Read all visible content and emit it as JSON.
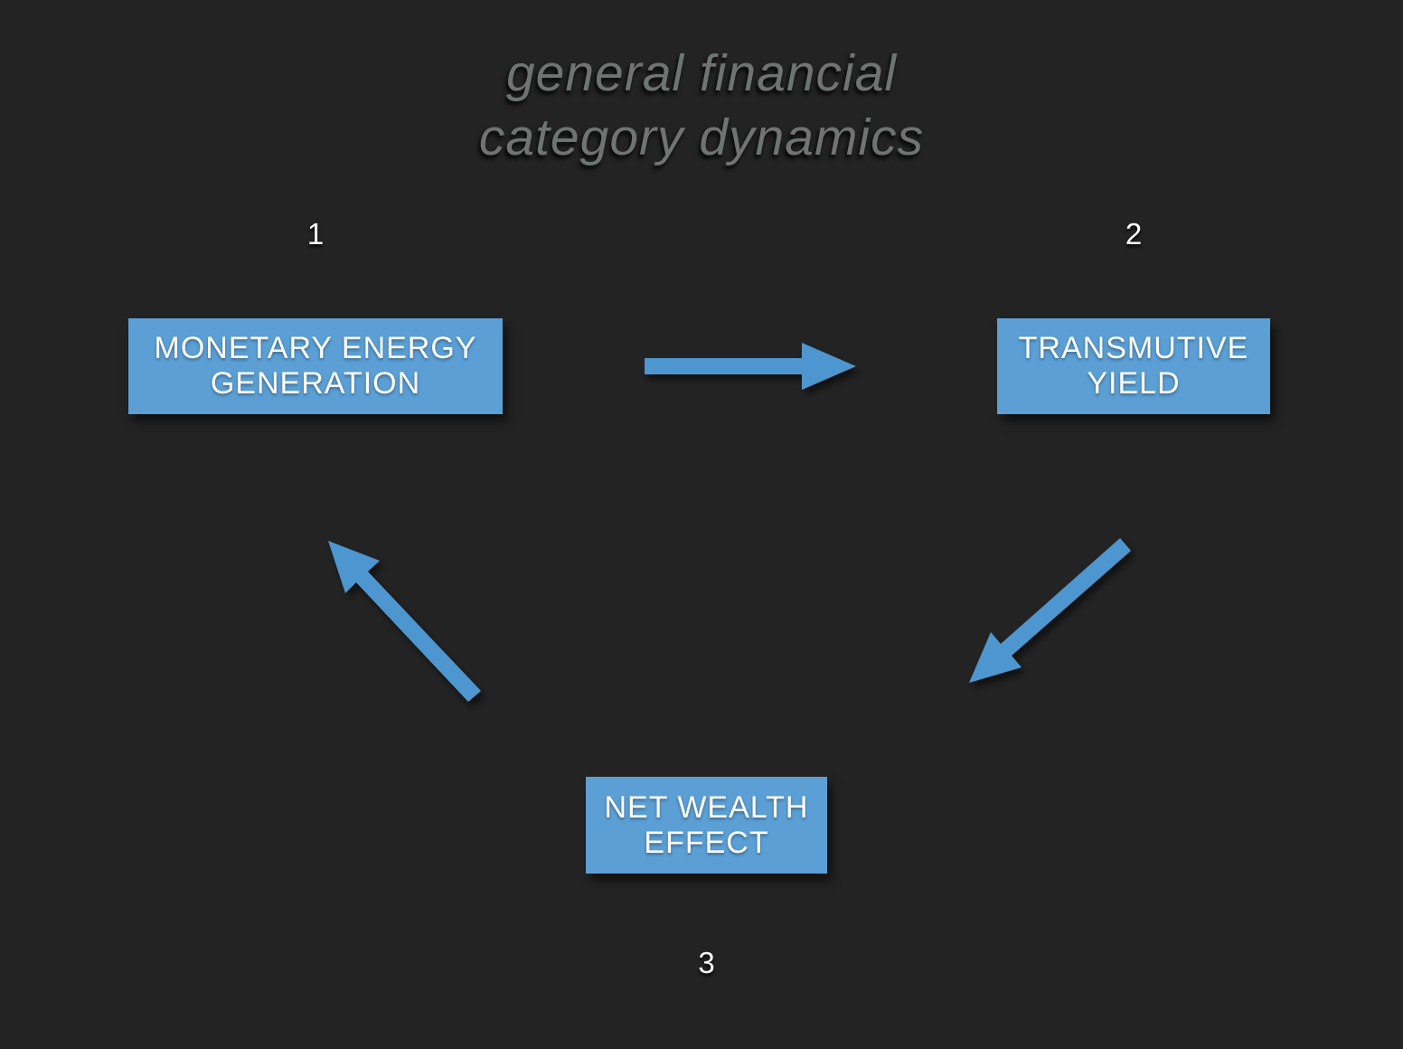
{
  "slide": {
    "title_line1": "general financial",
    "title_line2": "category dynamics"
  },
  "diagram": {
    "nodes": [
      {
        "number": "1",
        "line1": "MONETARY ENERGY",
        "line2": "GENERATION"
      },
      {
        "number": "2",
        "line1": "TRANSMUTIVE",
        "line2": "YIELD"
      },
      {
        "number": "3",
        "line1": "NET WEALTH",
        "line2": "EFFECT"
      }
    ],
    "arrows": [
      {
        "from": "1",
        "to": "2",
        "direction": "right"
      },
      {
        "from": "2",
        "to": "3",
        "direction": "down-left"
      },
      {
        "from": "3",
        "to": "1",
        "direction": "up-left"
      }
    ],
    "colors": {
      "background": "#232323",
      "box_fill": "#5b9fd5",
      "arrow_fill": "#4e96cf",
      "box_text": "#ffffff",
      "number_text": "#ffffff",
      "title_text": "#6f7473"
    }
  }
}
